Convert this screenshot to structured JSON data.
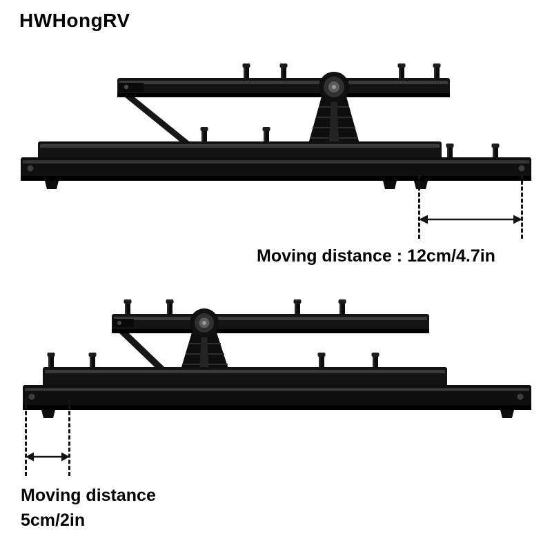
{
  "brand": "HWHongRV",
  "colors": {
    "background": "#ffffff",
    "annotation": "#141414",
    "rail_black": "#111111"
  },
  "figure_top": {
    "label": "Moving distance : 12cm/4.7in"
  },
  "figure_bottom": {
    "label_line1": "Moving distance",
    "label_line2": "5cm/2in"
  }
}
